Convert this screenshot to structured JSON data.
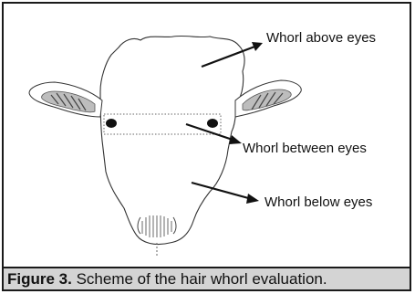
{
  "diagram": {
    "labels": {
      "above": "Whorl above eyes",
      "between": "Whorl between eyes",
      "below": "Whorl below eyes"
    }
  },
  "caption": {
    "label": "Figure 3.",
    "text": " Scheme of the hair whorl evaluation."
  }
}
